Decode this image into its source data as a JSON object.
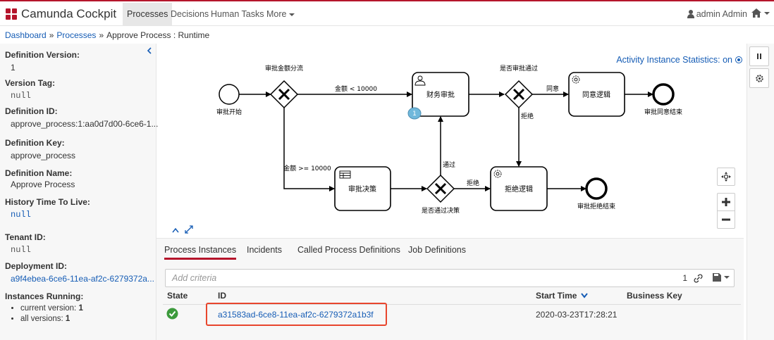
{
  "navbar": {
    "brand": "Camunda Cockpit",
    "items": [
      {
        "label": "Processes",
        "active": true
      },
      {
        "label": "Decisions",
        "active": false
      },
      {
        "label": "Human Tasks",
        "active": false
      },
      {
        "label": "More",
        "active": false
      }
    ],
    "user": "admin Admin",
    "brand_color": "#b5152b"
  },
  "breadcrumb": {
    "items": [
      "Dashboard",
      "Processes"
    ],
    "current": "Approve Process : Runtime"
  },
  "sidebar": {
    "definition_version_label": "Definition Version:",
    "definition_version": "1",
    "version_tag_label": "Version Tag:",
    "version_tag": "null",
    "definition_id_label": "Definition ID:",
    "definition_id": "approve_process:1:aa0d7d00-6ce6-1...",
    "definition_key_label": "Definition Key:",
    "definition_key": "approve_process",
    "definition_name_label": "Definition Name:",
    "definition_name": "Approve Process",
    "history_ttl_label": "History Time To Live:",
    "history_ttl": "null",
    "tenant_id_label": "Tenant ID:",
    "tenant_id": "null",
    "deployment_id_label": "Deployment ID:",
    "deployment_id": "a9f4ebea-6ce6-11ea-af2c-6279372a...",
    "instances_running_label": "Instances Running:",
    "current_version_label": "current version:",
    "current_version": "1",
    "all_versions_label": "all versions:",
    "all_versions": "1"
  },
  "diagram": {
    "stats_label": "Activity Instance Statistics: on",
    "start_event": "审批开始",
    "gateway_split": "审批金额分流",
    "flow_lt": "金额 < 10000",
    "flow_ge": "金额 >= 10000",
    "task_finance": "财务审批",
    "finance_badge": "1",
    "gateway_approved": "是否审批通过",
    "flow_agree": "同意",
    "task_agree": "同意逻辑",
    "end_agree": "审批同意结束",
    "flow_reject_top": "拒绝",
    "task_decision": "审批决策",
    "gateway_decision": "是否通过决策",
    "flow_pass": "通过",
    "flow_reject": "拒绝",
    "task_reject": "拒绝逻辑",
    "end_reject": "审批拒绝结束"
  },
  "tabs": [
    {
      "label": "Process Instances",
      "active": true
    },
    {
      "label": "Incidents",
      "active": false
    },
    {
      "label": "Called Process Definitions",
      "active": false
    },
    {
      "label": "Job Definitions",
      "active": false
    }
  ],
  "filter": {
    "placeholder": "Add criteria",
    "count": "1"
  },
  "table": {
    "headers": {
      "state": "State",
      "id": "ID",
      "start_time": "Start Time",
      "business_key": "Business Key"
    },
    "rows": [
      {
        "state": "ok",
        "id": "a31583ad-6ce8-11ea-af2c-6279372a1b3f",
        "start_time": "2020-03-23T17:28:21",
        "business_key": ""
      }
    ]
  }
}
